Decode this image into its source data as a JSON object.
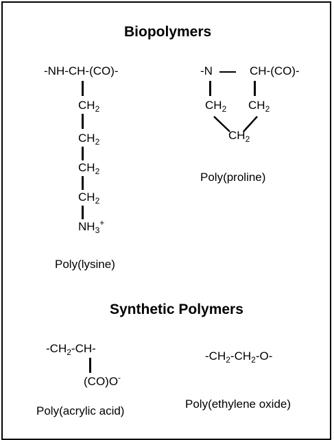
{
  "section_biopolymers": {
    "title": "Biopolymers"
  },
  "lysine": {
    "backbone": "-NH-CH-(CO)-",
    "chain_group": "CH",
    "chain_sub": "2",
    "terminal_group": "NH",
    "terminal_sub": "3",
    "terminal_sup": "+",
    "label": "Poly(lysine)"
  },
  "proline": {
    "n_atom": "-N",
    "ch_group": "CH-(CO)-",
    "ring_group": "CH",
    "ring_sub": "2",
    "label": "Poly(proline)"
  },
  "section_synthetic": {
    "title": "Synthetic Polymers"
  },
  "acrylic": {
    "prefix": "-CH",
    "sub": "2",
    "suffix": "-CH-",
    "side_group": "(CO)O",
    "side_sup": "-",
    "label": "Poly(acrylic acid)"
  },
  "ethylene_oxide": {
    "prefix": "-CH",
    "sub1": "2",
    "middle": "-CH",
    "sub2": "2",
    "suffix": "-O-",
    "label": "Poly(ethylene oxide)"
  }
}
